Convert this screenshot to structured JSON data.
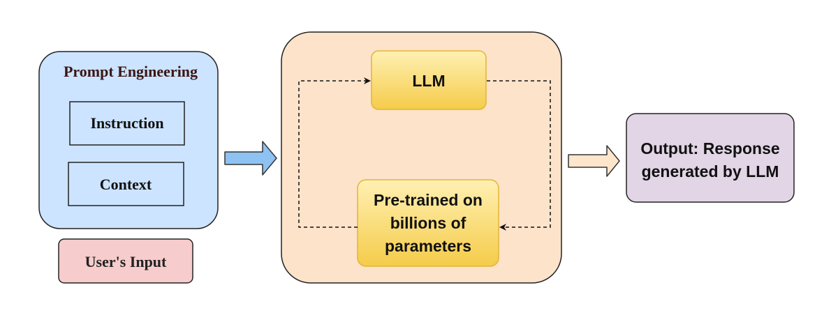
{
  "prompt_engineering": {
    "title": "Prompt Engineering",
    "items": [
      "Instruction",
      "Context"
    ],
    "colors": {
      "fill": "#cce4ff",
      "title": "#3b1515"
    }
  },
  "user_input": {
    "label": "User's Input",
    "colors": {
      "fill": "#f7cccc"
    }
  },
  "model_panel": {
    "llm_label": "LLM",
    "pretrained_lines": [
      "Pre-trained on",
      "billions of",
      "parameters"
    ],
    "colors": {
      "panel_fill": "#fde3ca",
      "node_fill_top": "#fff0b3",
      "node_fill_bottom": "#f5cc4a",
      "node_border": "#e2b534"
    }
  },
  "output": {
    "lines": [
      "Output: Response",
      "generated by LLM"
    ],
    "colors": {
      "fill": "#e2d5e6"
    }
  },
  "arrows": {
    "input_arrow_icon": "right-arrow-icon",
    "output_arrow_icon": "right-arrow-icon",
    "colors": {
      "input_arrow": "#8ec2f2",
      "output_arrow": "#fde6cc"
    }
  }
}
